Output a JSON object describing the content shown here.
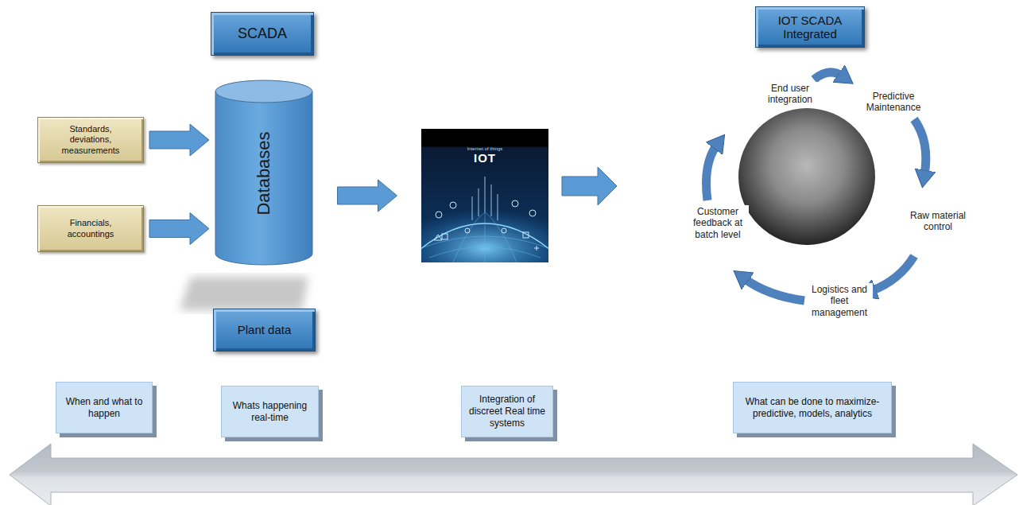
{
  "diagram": {
    "nodes": [
      {
        "text": [
          "SCADA"
        ]
      },
      {
        "text": [
          "IOT SCADA Integrated"
        ]
      },
      {
        "text": [
          "Standards, deviations, measurements"
        ]
      },
      {
        "text": [
          "Databases"
        ]
      },
      {
        "text": [
          "Financials, accountings"
        ]
      },
      {
        "text": [
          "Internet of things",
          "IOT"
        ]
      },
      {
        "text": [
          "Plant data"
        ]
      },
      {
        "text": [
          "When and what to happen"
        ]
      },
      {
        "text": [
          "Whats happening real-time"
        ]
      },
      {
        "text": [
          "Integration of discreet Real time systems"
        ]
      },
      {
        "text": [
          "What can be done to maximize- predictive, models, analytics"
        ]
      }
    ],
    "edges": [
      {
        "from": 2,
        "to": 3,
        "arrow": "to"
      },
      {
        "from": 4,
        "to": 3,
        "arrow": "to"
      },
      {
        "from": 3,
        "to": 5,
        "arrow": "to"
      }
    ],
    "labels": [
      "End user integration",
      "Predictive Maintenance",
      "Raw material control",
      "Logistics and fleet management",
      "Customer feedback at batch level"
    ]
  }
}
